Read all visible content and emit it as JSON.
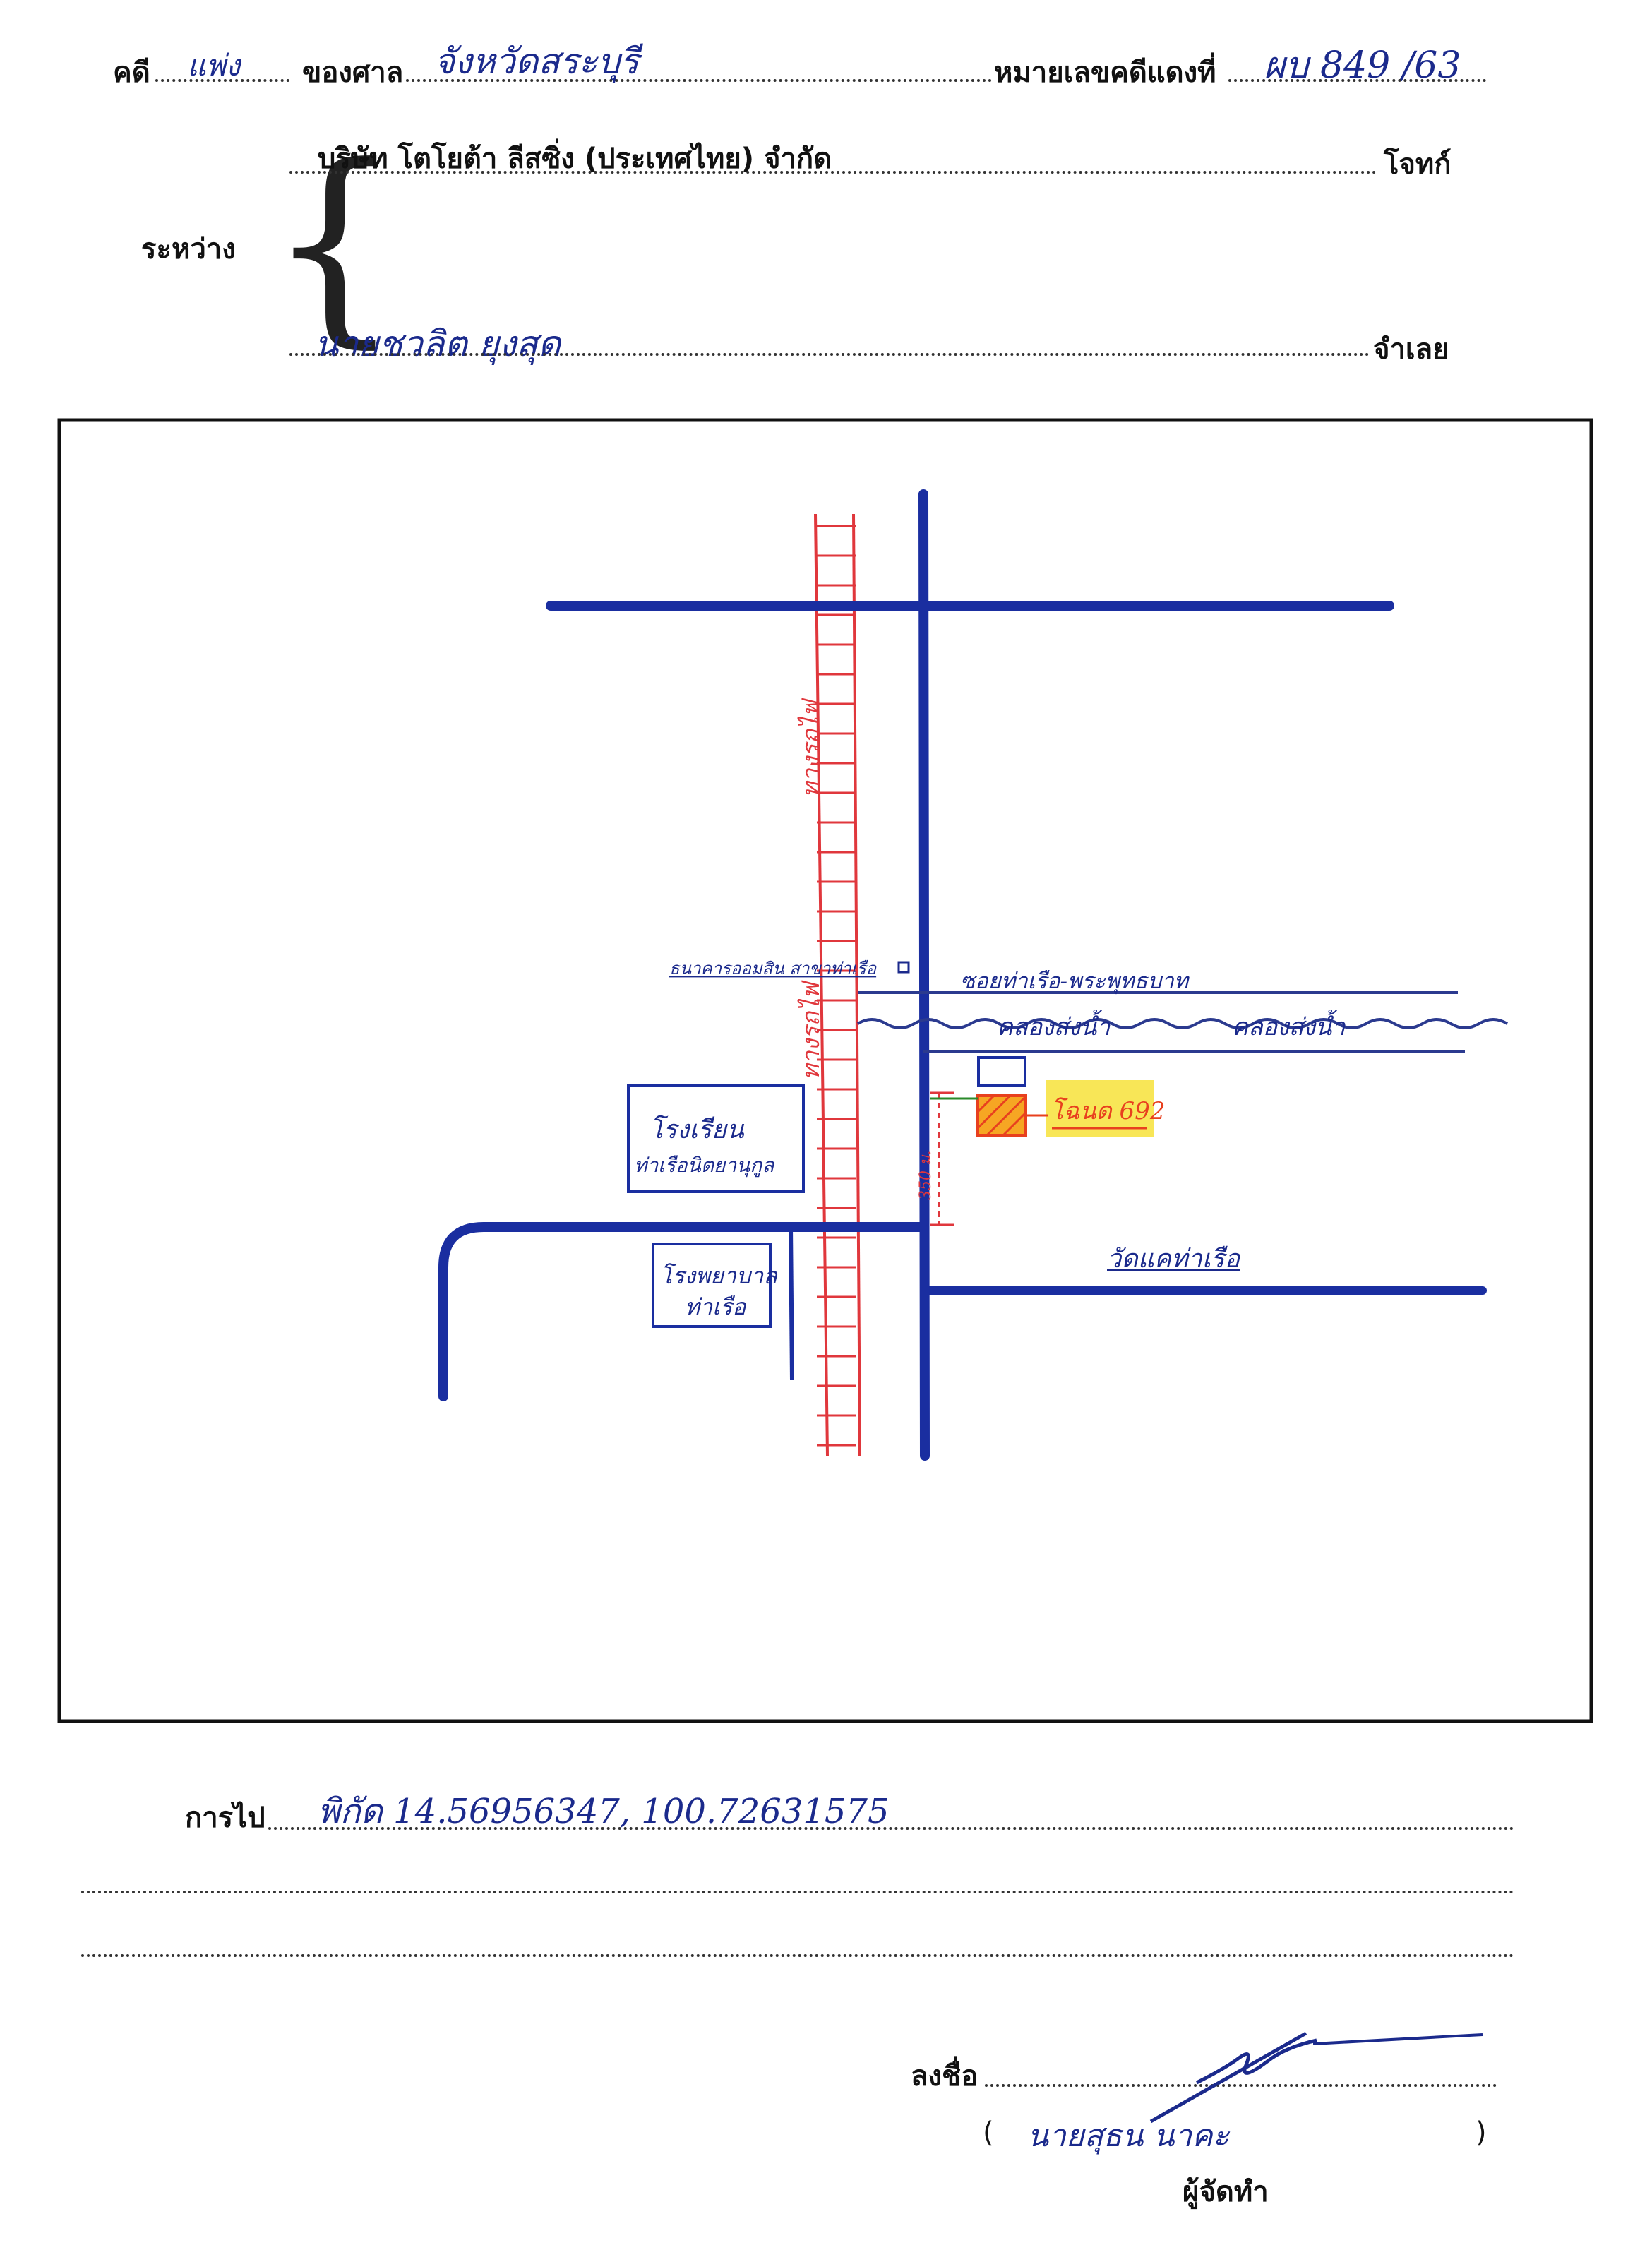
{
  "header": {
    "case_label": "คดี",
    "case_type": "แพ่ง",
    "court_label": "ของศาล",
    "court_name": "จังหวัดสระบุรี",
    "red_case_label": "หมายเลขคดีแดงที่",
    "red_case_number": "ผบ 849 /63"
  },
  "parties": {
    "between_label": "ระหว่าง",
    "plaintiff": "บริษัท โตโยต้า ลีสซิ่ง (ประเทศไทย) จำกัด",
    "plaintiff_label": "โจทก์",
    "defendant": "นายชวลิต ยุงสุด",
    "defendant_label": "จำเลย"
  },
  "map": {
    "railway_label_top": "ทางรถไฟ",
    "railway_label_bottom": "ทางรถไฟ",
    "bank_label": "ธนาคารออมสิน สาขาท่าเรือ",
    "soi_label": "ซอยท่าเรือ-พระพุทธบาท",
    "canal_label_1": "คลองส่งน้ำ",
    "canal_label_2": "คลองส่งน้ำ",
    "deed_label": "โฉนด 692",
    "distance_label": "350 ม.",
    "school_1_line1": "โรงเรียน",
    "school_1_line2": "ท่าเรือนิตยานุกูล",
    "hospital_line1": "โรงพยาบาล",
    "hospital_line2": "ท่าเรือ",
    "temple_label": "วัดแคท่าเรือ",
    "colors": {
      "road": "#1a2ea0",
      "railway": "#e0373c",
      "canal": "#2b3a8f",
      "plot_fill": "#f6a623",
      "highlight": "#f7e23a",
      "deed_text": "#e8401e"
    }
  },
  "directions": {
    "label": "การไป",
    "text": "พิกัด 14.56956347, 100.72631575"
  },
  "signature": {
    "sign_label": "ลงชื่อ",
    "name_open": "(",
    "name": "นายสุธน นาคะ",
    "name_close": ")",
    "role": "ผู้จัดทำ"
  }
}
